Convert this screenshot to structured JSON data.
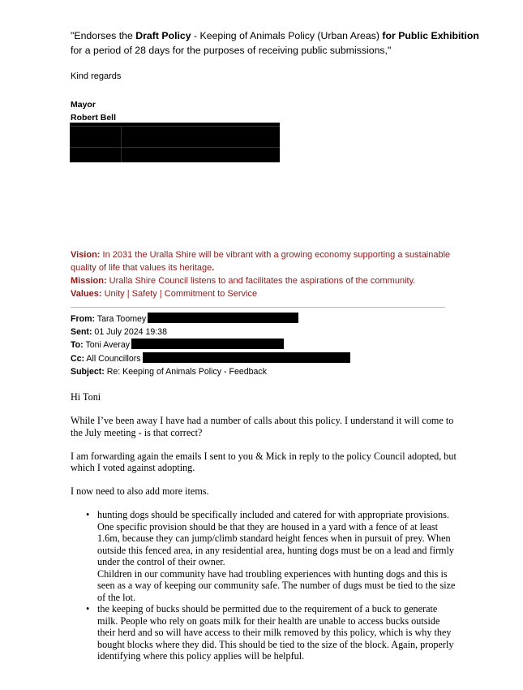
{
  "quote": {
    "prefix": "\"Endorses the ",
    "bold1": "Draft Policy",
    "mid": " - Keeping of Animals Policy (Urban Areas) ",
    "bold2": "for Public Exhibition",
    "suffix": " for a period of 28 days for the purposes of receiving public submissions,\""
  },
  "kind_regards": "Kind regards",
  "signature": {
    "title": "Mayor",
    "name": "Robert Bell"
  },
  "footer": {
    "vision_label": "Vision:",
    "vision_text": " In 2031 the Uralla Shire will be vibrant with a growing economy supporting a sustainable quality of life that values its heritage",
    "vision_end": ".",
    "mission_label": "Mission:",
    "mission_text": " Uralla Shire Council listens to and facilitates the aspirations of the community.",
    "values_label": "Values:",
    "values_text": " Unity | Safety | Commitment to Service"
  },
  "email_header": {
    "from_label": "From:",
    "from_value": " Tara Toomey",
    "sent_label": "Sent:",
    "sent_value": " 01 July 2024 19:38",
    "to_label": "To:",
    "to_value": " Toni Averay",
    "cc_label": "Cc:",
    "cc_value": " All Councillors",
    "subject_label": "Subject:",
    "subject_value": " Re: Keeping of Animals Policy - Feedback"
  },
  "letter": {
    "greeting": "Hi Toni",
    "para1": "While I’ve been away I have had a number of calls about this policy.  I understand it will come to the July meeting - is that correct?",
    "para2": "I am forwarding again the emails I sent to you & Mick in reply to the policy Council adopted, but which I voted against adopting.",
    "para3": "I now need to also add more items.",
    "bullet_char": "•",
    "bullets": [
      {
        "text": " hunting dogs should be specifically included and catered for with appropriate provisions.  One specific provision should be that they are housed in a yard with a fence of at least 1.6m, because they can jump/climb standard height fences when in pursuit of prey.  When outside this fenced area, in any residential area, hunting dogs must be on a lead and firmly under the control of their owner.",
        "extra": "Children in our community have had troubling experiences with hunting dogs and this is seen as a way of keeping our community safe. The number of dugs must be tied to the size of the lot."
      },
      {
        "text": " the keeping of bucks should be permitted due to the requirement of a buck to generate milk.  People who rely on goats milk for their health are unable to access bucks outside their herd and so will have access to their milk removed by this policy, which is why they bought blocks where they did. This should be tied to the size of the block.  Again, properly identifying where this policy applies will be helpful.",
        "extra": ""
      }
    ]
  }
}
